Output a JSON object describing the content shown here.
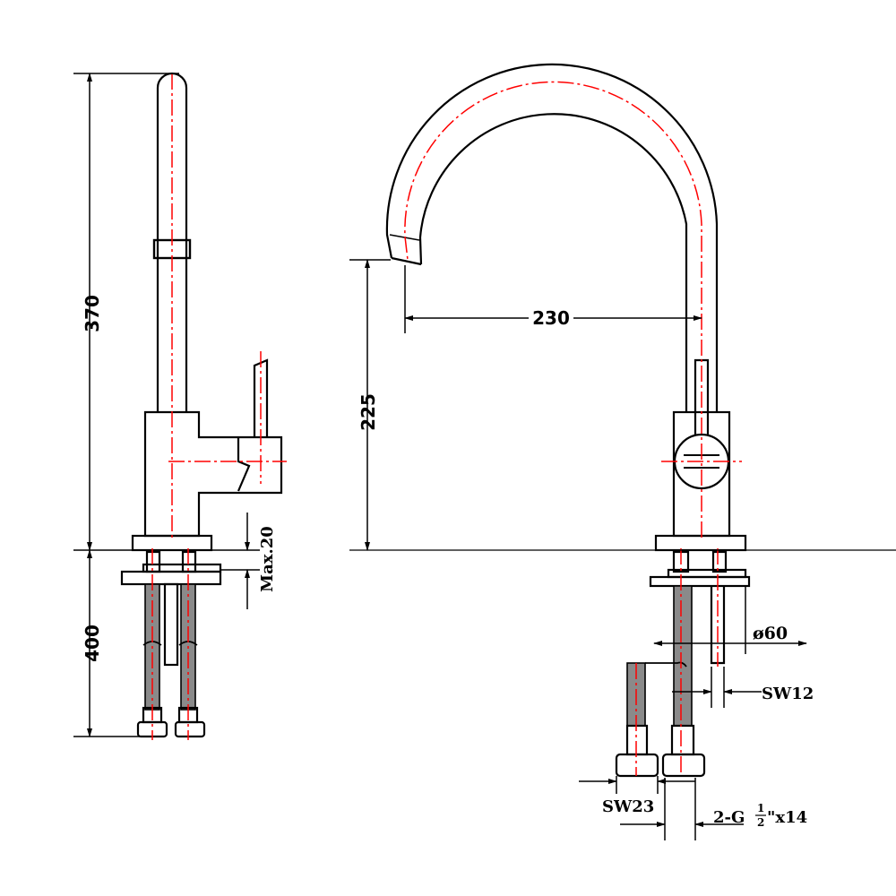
{
  "dimensions": {
    "total_height": "370",
    "hose_length": "400",
    "max_thickness": "Max.20",
    "spout_height": "225",
    "spout_reach": "230",
    "hole_diameter": "ø60",
    "wrench_small": "SW12",
    "wrench_large": "SW23",
    "thread_prefix": "2-G",
    "thread_fraction_num": "1",
    "thread_fraction_den": "2",
    "thread_suffix": "\"x14"
  },
  "colors": {
    "outline": "#000000",
    "centerline": "#ff0000",
    "hose": "#8a8a8a"
  }
}
